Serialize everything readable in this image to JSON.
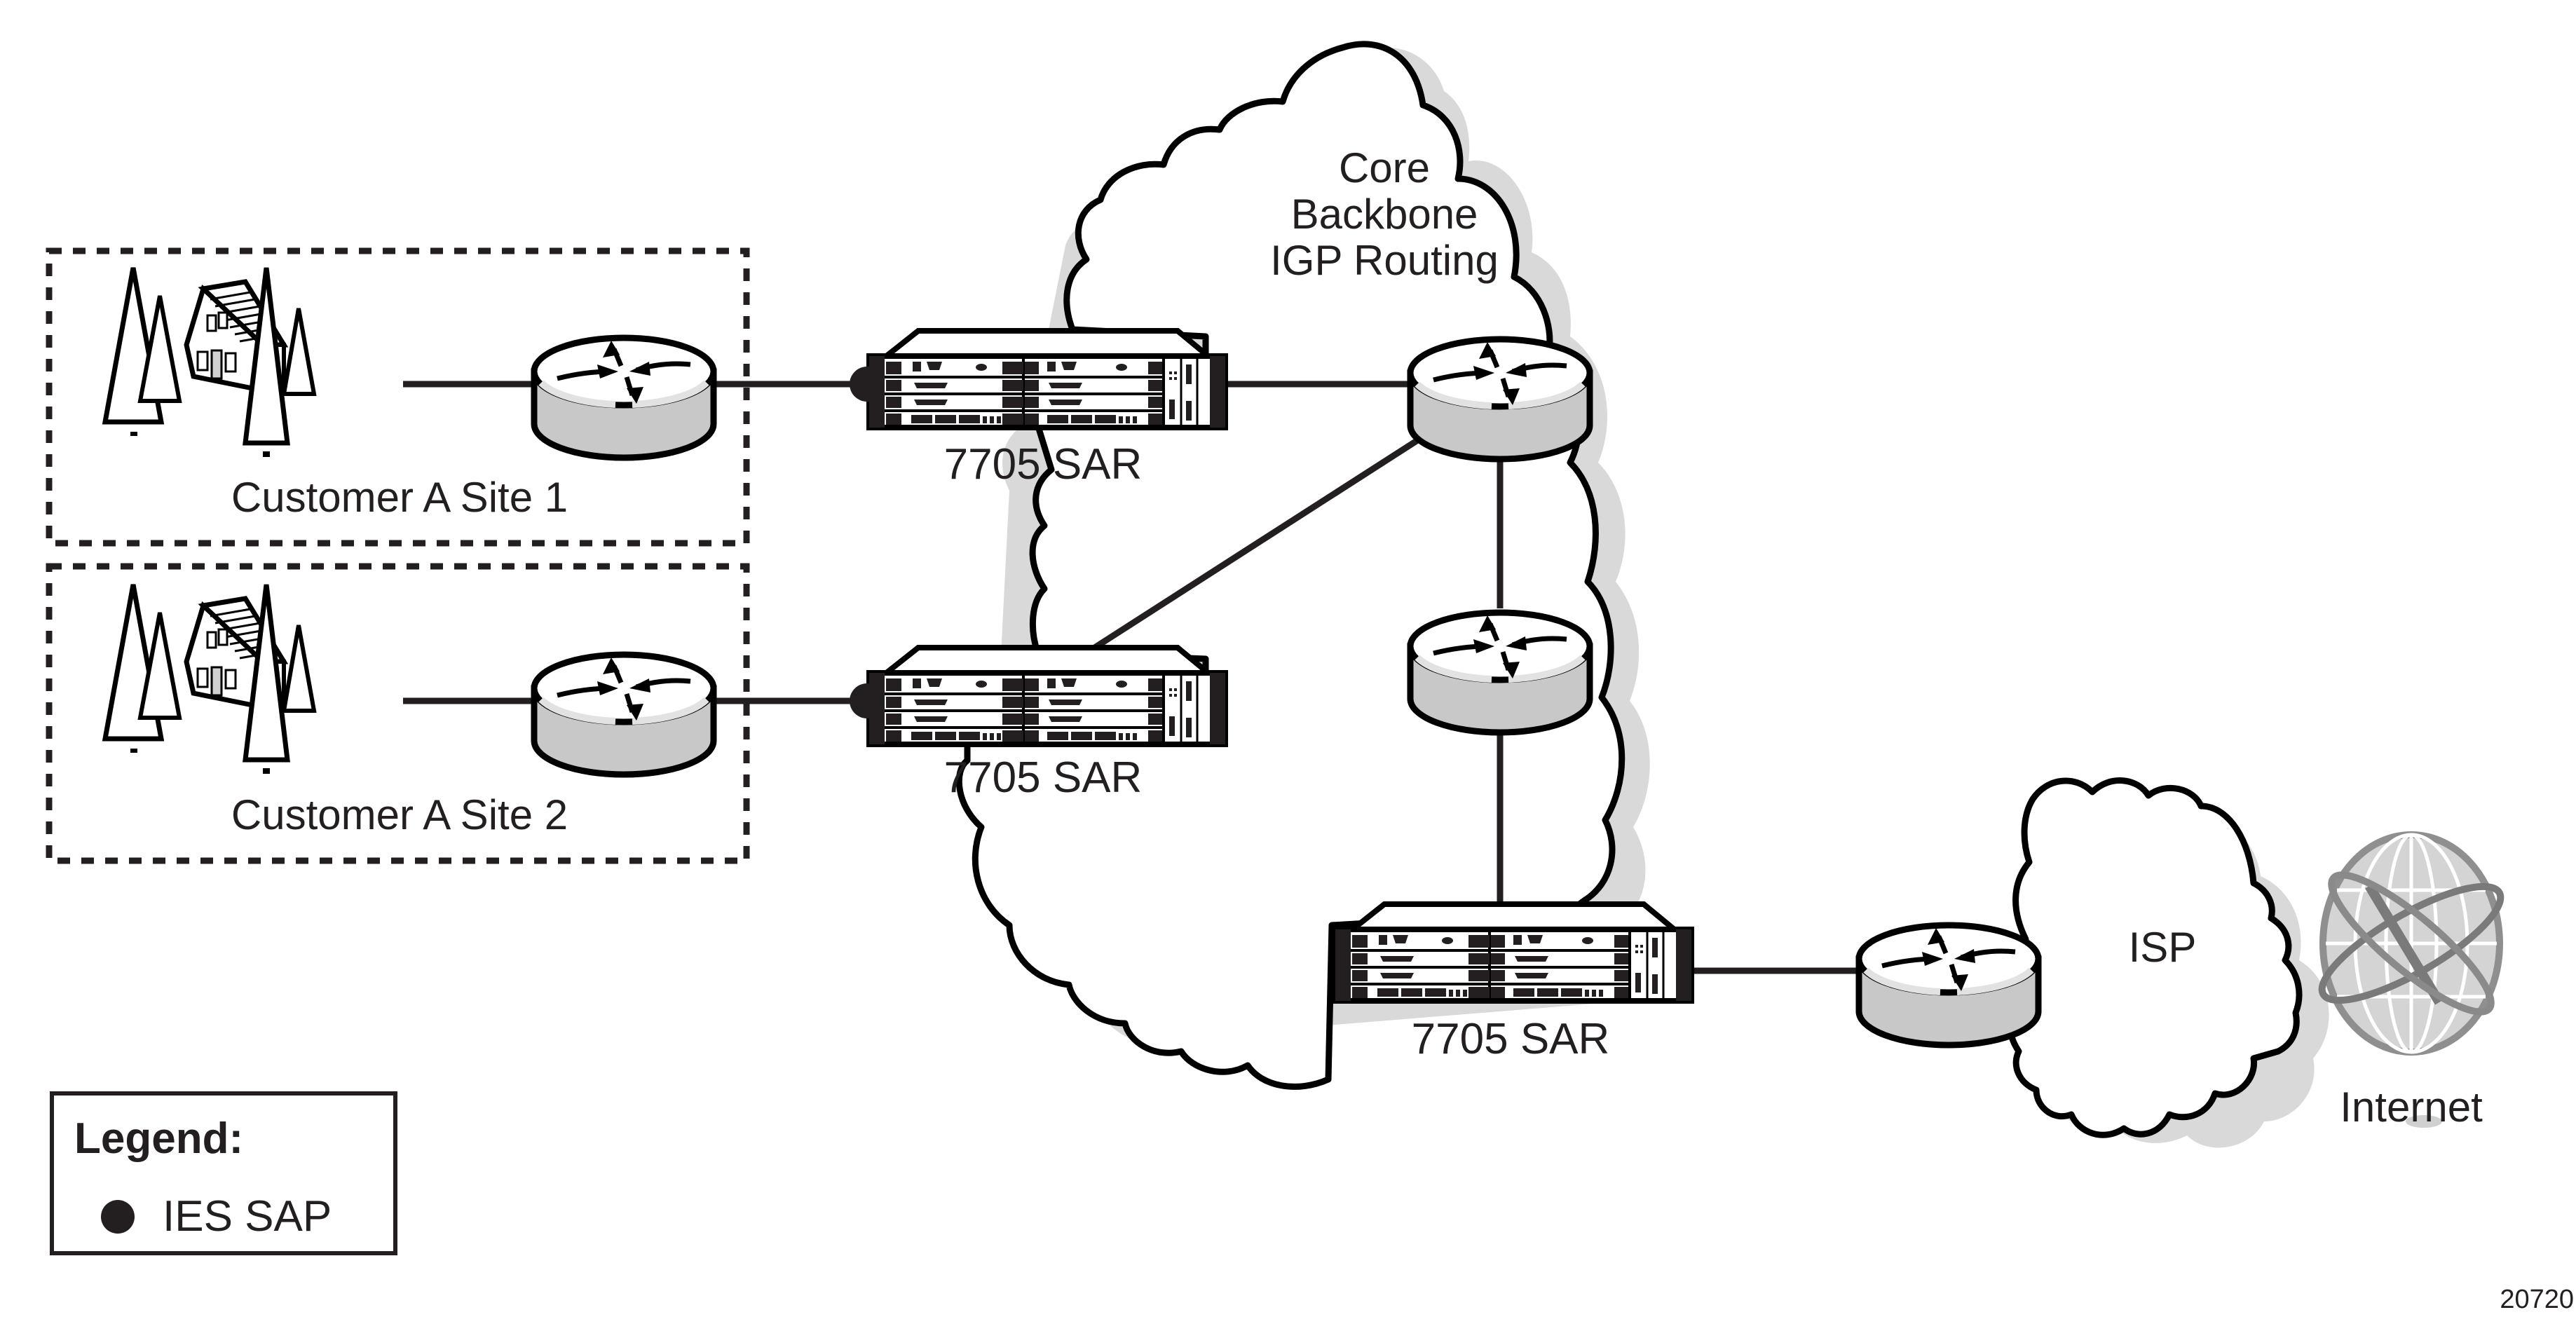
{
  "diagram": {
    "figure_number": "20720",
    "colors": {
      "ink": "#231f20",
      "router_top": "#ffffff",
      "router_side": "#c8c8c8",
      "router_highlight": "#e2e2e2",
      "cloud_shadow": "#d9d9d9",
      "globe": "#9a9a9a"
    },
    "sites": [
      {
        "label": "Customer A Site 1",
        "icon": "house-with-trees-icon"
      },
      {
        "label": "Customer A Site 2",
        "icon": "house-with-trees-icon"
      }
    ],
    "devices": {
      "sar_label": "7705 SAR",
      "sar_1": "7705 SAR",
      "sar_2": "7705 SAR",
      "sar_3": "7705 SAR"
    },
    "clouds": {
      "core": {
        "line1": "Core",
        "line2": "Backbone",
        "line3": "IGP Routing"
      },
      "isp": {
        "label": "ISP"
      }
    },
    "internet": {
      "label": "Internet",
      "icon": "globe-icon"
    },
    "legend": {
      "title": "Legend:",
      "items": [
        {
          "symbol": "filled-circle",
          "label": "IES SAP"
        }
      ]
    },
    "connections": [
      {
        "from": "Customer A Site 1",
        "to": "CE router 1"
      },
      {
        "from": "CE router 1",
        "to": "7705 SAR 1",
        "sap": true
      },
      {
        "from": "Customer A Site 2",
        "to": "CE router 2"
      },
      {
        "from": "CE router 2",
        "to": "7705 SAR 2",
        "sap": true
      },
      {
        "from": "7705 SAR 1",
        "to": "Core router 1"
      },
      {
        "from": "7705 SAR 2",
        "to": "Core router 1"
      },
      {
        "from": "Core router 1",
        "to": "Core router 2"
      },
      {
        "from": "Core router 2",
        "to": "7705 SAR 3"
      },
      {
        "from": "7705 SAR 3",
        "to": "ISP router"
      }
    ]
  }
}
